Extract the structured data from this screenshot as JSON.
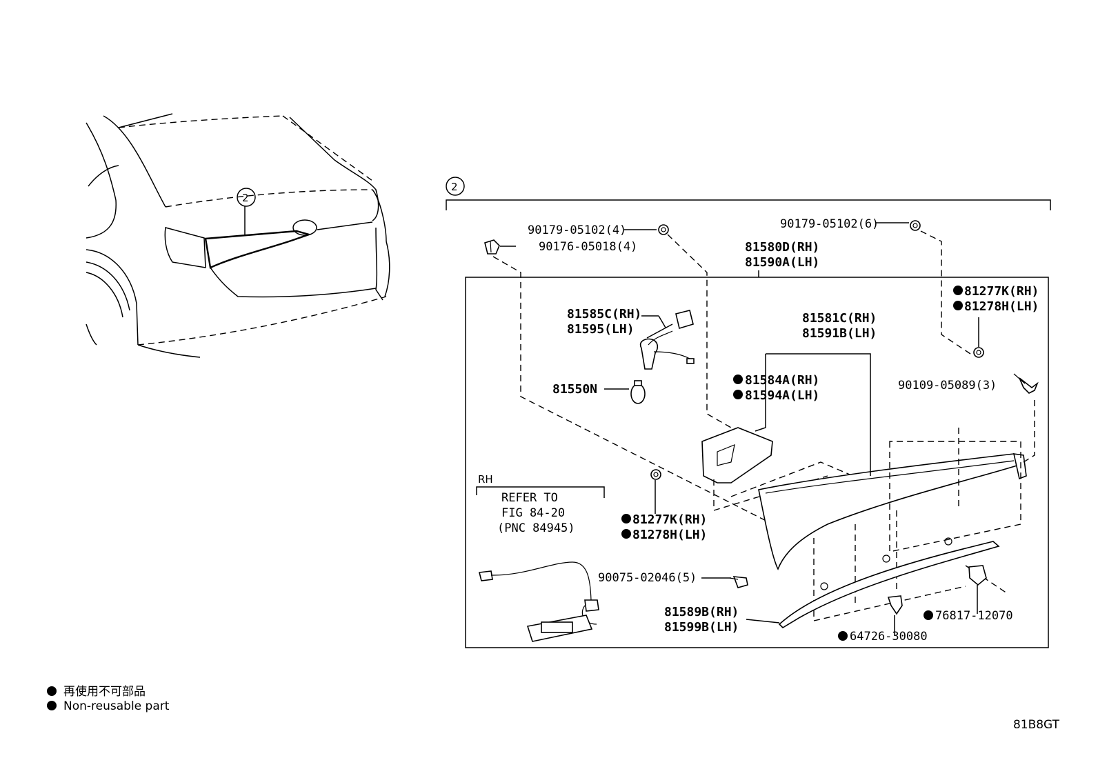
{
  "callout": "2",
  "labels": {
    "p1": "90179-05102(4)",
    "p2": "90176-05018(4)",
    "p3": "90179-05102(6)",
    "p4": "81580D(RH)",
    "p5": "81590A(LH)",
    "p6": "81277K(RH)",
    "p7": "81278H(LH)",
    "p8": "81585C(RH)",
    "p9": "81595(LH)",
    "p10": "81581C(RH)",
    "p11": "81591B(LH)",
    "p12": "81584A(RH)",
    "p13": "81594A(LH)",
    "p14": "90109-05089(3)",
    "p15": "81550N",
    "p16": "81277K(RH)",
    "p17": "81278H(LH)",
    "p18": "90075-02046(5)",
    "p19": "81589B(RH)",
    "p20": "81599B(LH)",
    "p21": "76817-12070",
    "p22": "64726-30080"
  },
  "rh_note": {
    "side": "RH",
    "line1": "REFER TO",
    "line2": "FIG 84-20",
    "line3": "(PNC 84945)"
  },
  "legend": {
    "japanese": "再使用不可部品",
    "english": "Non-reusable part"
  },
  "figure_code": "81B8GT"
}
